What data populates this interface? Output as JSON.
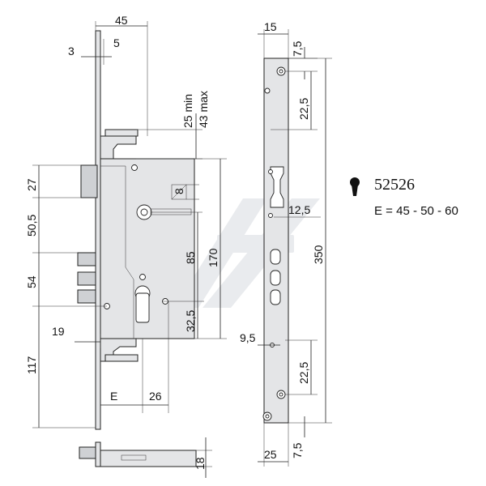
{
  "product": {
    "code": "52526",
    "backset_line": "E = 45 - 50 - 60",
    "key_icon": "cylinder-keyhole-icon"
  },
  "dimensions": {
    "d45": "45",
    "d3": "3",
    "d5": "5",
    "d25min": "25 min",
    "d43max": "43 max",
    "d27": "27",
    "d8": "8",
    "d50_5": "50,5",
    "d85": "85",
    "d170": "170",
    "d54": "54",
    "d32_5": "32,5",
    "d19": "19",
    "d117": "117",
    "dE": "E",
    "d26": "26",
    "d18": "18"
  },
  "strike_dimensions": {
    "d15": "15",
    "d7_5_top": "7,5",
    "d22_5_top": "22,5",
    "d12_5": "12,5",
    "d350": "350",
    "d9_5": "9,5",
    "d22_5_bottom": "22,5",
    "d25": "25",
    "d7_5_bottom": "7,5"
  },
  "colors": {
    "metal": "#e4e5e7",
    "line": "#222222",
    "watermark": "#e9ebee"
  }
}
